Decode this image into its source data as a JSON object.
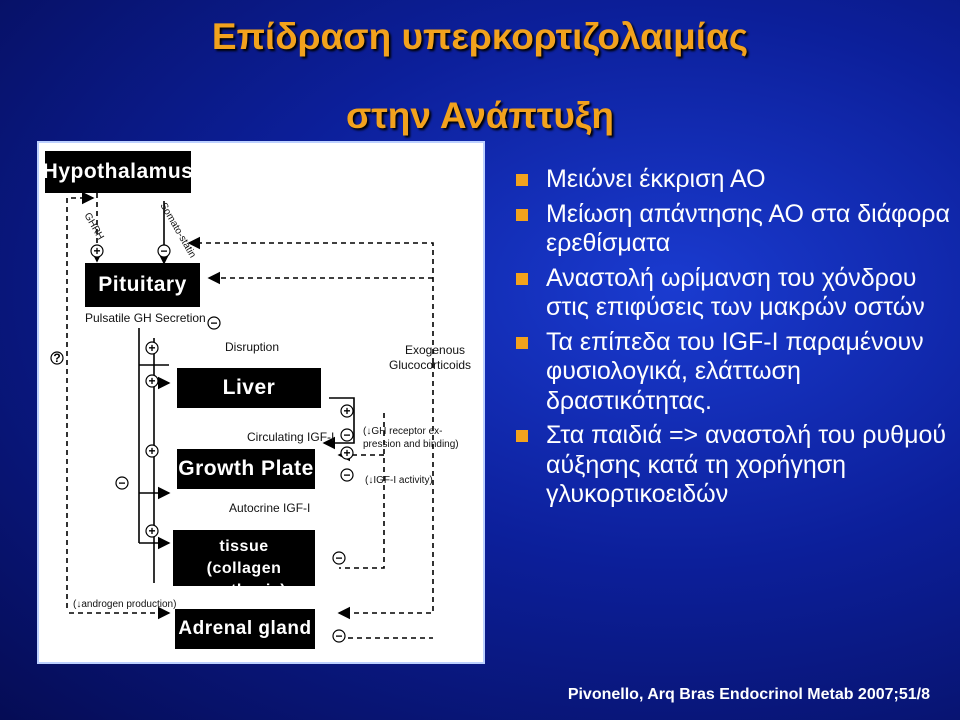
{
  "title": {
    "line1": "Επίδραση υπερκορτιζολαιμίας",
    "line2": "στην Ανάπτυξη"
  },
  "diagram": {
    "boxes": {
      "hypothalamus": "Hypothalamus",
      "pituitary": "Pituitary",
      "liver": "Liver",
      "growth_plate": "Growth Plate",
      "connective_tissue_1": "Connective tissue",
      "connective_tissue_2": "(collagen synthesis)",
      "adrenal_gland": "Adrenal gland"
    },
    "labels": {
      "ghrh": "GHRH",
      "somatostatin": "Somato-statin",
      "pulsatile": "Pulsatile GH Secretion",
      "disruption": "Disruption",
      "exogenous_1": "Exogenous",
      "exogenous_2": "Glucocorticoids",
      "circulating": "Circulating IGF-I",
      "gh_receptor_1": "(↓GH receptor ex-",
      "gh_receptor_2": "pression and binding)",
      "autocrine": "Autocrine IGF-I",
      "igf_activity": "(↓IGF-I activity)",
      "androgen": "(↓androgen production)",
      "question": "?"
    },
    "signs": {
      "plus": "+",
      "minus": "−"
    }
  },
  "bullets": [
    {
      "text": "Μειώνει έκκριση ΑΟ"
    },
    {
      "text": "Μείωση απάντησης ΑΟ στα διάφορα ερεθίσματα"
    },
    {
      "text": "Αναστολή ωρίμανση του χόνδρου στις επιφύσεις των  μακρών οστών"
    },
    {
      "text": "Τα επίπεδα του IGF-I παραμένουν φυσιολογικά, ελάττωση δραστικότητας."
    },
    {
      "text": "Στα παιδιά => αναστολή του ρυθμού αύξησης κατά τη χορήγηση γλυκορτικοειδών"
    }
  ],
  "citation": "Pivonello, Arq Bras Endocrinol Metab 2007;51/8",
  "colors": {
    "title": "#f2a21d",
    "bullet_square": "#f2a21d",
    "text": "#ffffff",
    "background": "#0c1f9a"
  }
}
